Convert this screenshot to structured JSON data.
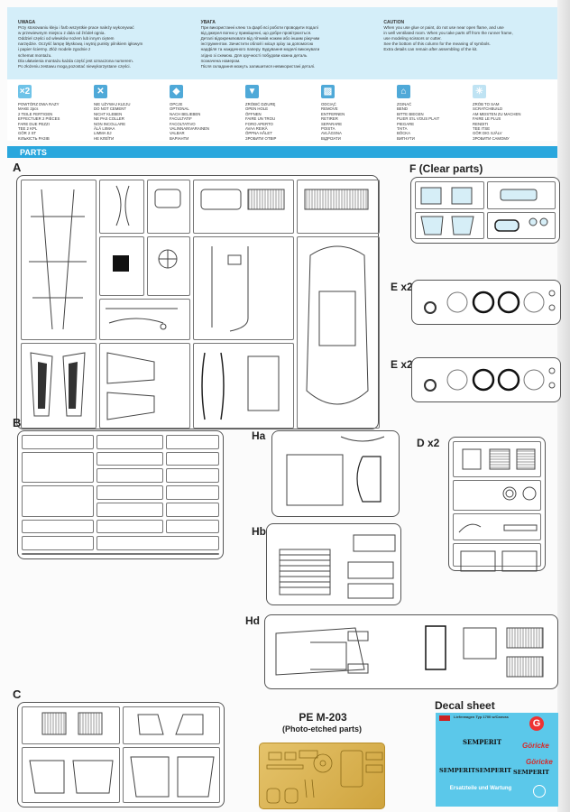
{
  "warnings": [
    {
      "heading": "UWAGA",
      "lines": [
        "Przy stosowaniu kleju i farb wszystkie prace należy wykonywać",
        "w przewiewnym miejscu z dala od źródeł ognia.",
        "Oddziel części od wlewków nożem lub innym ciętem",
        "narzędzie. Oczyść lampę błyskową i wytnij punkty pilnikiem igłowym",
        "i papier ściermy. Złóż modele zgodnie z",
        "schemat montażu.",
        "Dla ułatwienia montażu każda część jest oznaczona numerem.",
        "Po złożeniu zestawu mogą pozostać niewykorzystane części."
      ]
    },
    {
      "heading": "УВАГА",
      "lines": [
        "При використанні клею та фарб всі роботи проводити подалі",
        "від джерел вогню у приміщенні, що добре провітрюється.",
        "Деталі відокремлювати від літників ножем або іншим ріжучим",
        "інструментом. Зачистити облой і місця зрізу за допомогою",
        "надфіля та наждачного паперу. Будування моделі виконувати",
        "згідно зі схемою. Для зручності побудови кожна деталь",
        "позначена номером.",
        "Після складання можуть залишитися невикористані деталі."
      ]
    },
    {
      "heading": "CAUTION",
      "lines": [
        "When you use glue or paint, do not use near open flame, and use",
        "in well ventilated room. When you take parts off from the runner frame,",
        "use modeling scissors or cutter.",
        "See the bottom of this column for the meaning of symbols.",
        "Extra details can remain after assembling of the kit."
      ]
    }
  ],
  "symbols": [
    {
      "icon": "repeat-x2-icon",
      "glyph": "×2",
      "color": "#6fc3e8",
      "text": "POWTÓRZ DWA RAZY\nMAKE 2pcs\n2 TEILE FERTIGEN\nEFFECTUER 2 PIÈCES\nFARE DUE PEZZI\nTEE 2 KPL\nGÖR 2 ST\nКІЛЬКІСТЬ РАЗІВ"
    },
    {
      "icon": "no-cement-icon",
      "glyph": "✕",
      "color": "#4fa9d8",
      "text": "NIE UŻYWAJ KLEJU\nDO NOT CEMENT\nNICHT KLEBEN\nNE PAS COLLER\nNON INCOLLARE\nÄLÄ LIIMAA\nLIMMA EJ\nНЕ КЛЕЇТИ"
    },
    {
      "icon": "optional-icon",
      "glyph": "◆",
      "color": "#4fa9d8",
      "text": "OPCJE\nOPTIONAL\nNACH BELIEBEN\nFACULTATIF\nFACOLTATIVO\nVALINNAINVARAINEN\nVALBAR\nВАРІАНТИ"
    },
    {
      "icon": "open-hole-icon",
      "glyph": "▼",
      "color": "#4fa9d8",
      "text": "ZRÓBIĆ DZIURĘ\nOPEN HOLE\nÖFFNEN\nFAIRE UN TROU\nFORO APERTO\nAVAA REIKÄ\nÖPPNA HÅLET\nЗРОБИТИ ОТВІР"
    },
    {
      "icon": "remove-icon",
      "glyph": "▨",
      "color": "#4fa9d8",
      "text": "ODCIĄĆ\nREMOVE\nENTFERNEN\nRETIRER\nSEPARARE\nPOISTA\nAVLÄGSNA\nВІДРІЗАТИ"
    },
    {
      "icon": "bend-icon",
      "glyph": "⌂",
      "color": "#4fa9d8",
      "text": "ZGINAĆ\nBEND\nBITTE BIEGEN\nPLIER S'IL VOUS PLAIT\nPIEGARE\nTAITA\nBÖCKA\nВИГНУТИ"
    },
    {
      "icon": "scratchbuild-icon",
      "glyph": "✳",
      "color": "#bfe3f3",
      "text": "ZRÓB TO SAM\nSCRATCHBUILD\nAM MEISTEN ZU MACHEN\nFAIRE LE PLUS\nRENDITI\nTEE ITSE\nGÖR DIG SJÄLV\nЗРОБИТИ САМОМУ"
    }
  ],
  "parts_heading": "PARTS",
  "sprues": {
    "A": {
      "label": "A"
    },
    "F": {
      "label": "F (Clear parts)"
    },
    "E1": {
      "label": "E x2"
    },
    "E2": {
      "label": "E x2"
    },
    "B": {
      "label": "B"
    },
    "Ha": {
      "label": "Ha"
    },
    "Hb": {
      "label": "Hb"
    },
    "Hd": {
      "label": "Hd"
    },
    "D": {
      "label": "D x2"
    },
    "C": {
      "label": "C"
    }
  },
  "pe": {
    "title": "PE M-203",
    "subtitle": "(Photo-etched parts)"
  },
  "decal": {
    "title": "Decal sheet",
    "header": "Lieferwagen Typ 1700 w/Canvas",
    "brands": [
      "SEMPERIT",
      "SEMPERIT",
      "SEMPERIT",
      "SEMPERIT",
      "Göricke",
      "Göricke"
    ],
    "slogan": "Ersatzteile und Wartung"
  }
}
